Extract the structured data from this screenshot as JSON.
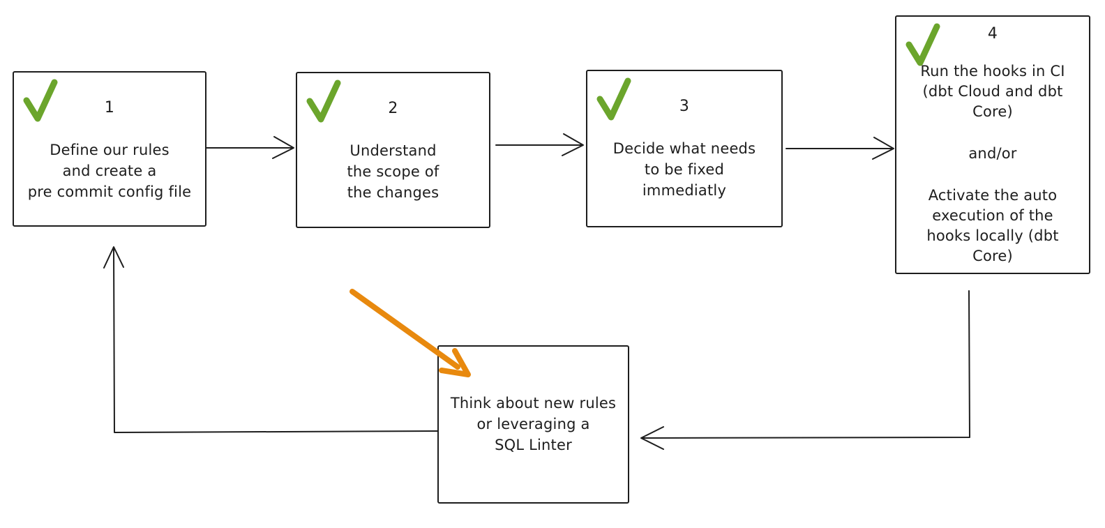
{
  "colors": {
    "bg": "#ffffff",
    "ink": "#1d1d1d",
    "green": "#6ba52c",
    "orange": "#e8890e"
  },
  "steps": [
    {
      "number": "1",
      "checked": true,
      "lines": [
        "Define our rules",
        "and create a",
        "pre commit config file"
      ]
    },
    {
      "number": "2",
      "checked": true,
      "lines": [
        "Understand",
        "the scope of",
        "the changes"
      ]
    },
    {
      "number": "3",
      "checked": true,
      "lines": [
        "Decide what needs",
        "to be fixed",
        "immediatly"
      ]
    },
    {
      "number": "4",
      "checked": true,
      "paragraph1": [
        "Run the hooks in CI",
        "(dbt Cloud and dbt",
        "Core)"
      ],
      "connector": "and/or",
      "paragraph2": [
        "Activate the auto",
        "execution of the",
        "hooks locally (dbt",
        "Core)"
      ]
    }
  ],
  "feedback": {
    "lines": [
      "Think about new rules",
      "or leveraging a",
      "SQL Linter"
    ]
  }
}
